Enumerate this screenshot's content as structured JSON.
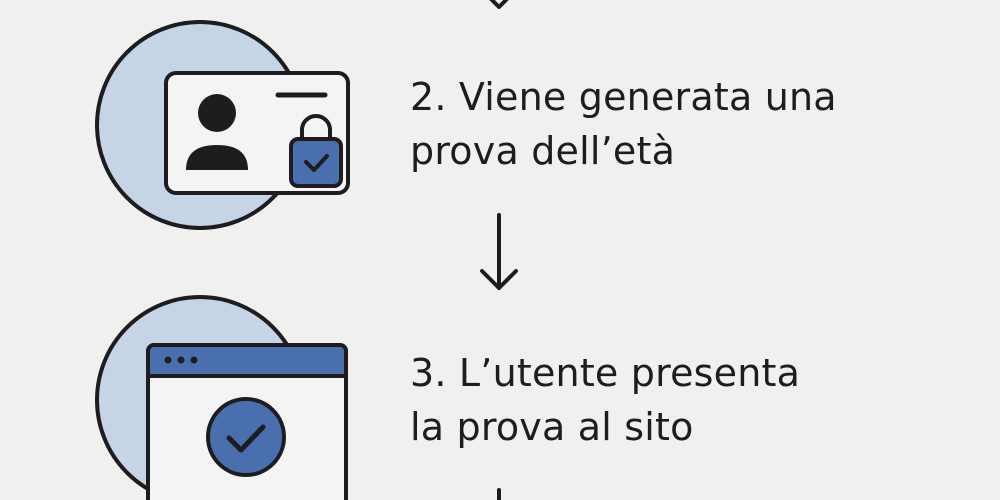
{
  "steps": [
    {
      "number": 2,
      "line1": "2. Viene generata una",
      "line2": "prova dell’età",
      "icon": "id-card-lock-icon"
    },
    {
      "number": 3,
      "line1": "3. L’utente presenta",
      "line2": "la prova al sito",
      "icon": "browser-window-check-icon"
    }
  ],
  "arrows": [
    "arrow-down-icon",
    "arrow-down-icon",
    "arrow-down-icon"
  ],
  "colors": {
    "background": "#f0f0ef",
    "circle_fill": "#c6d5e6",
    "accent_blue": "#4a6fae",
    "outline": "#1d1d1f"
  }
}
